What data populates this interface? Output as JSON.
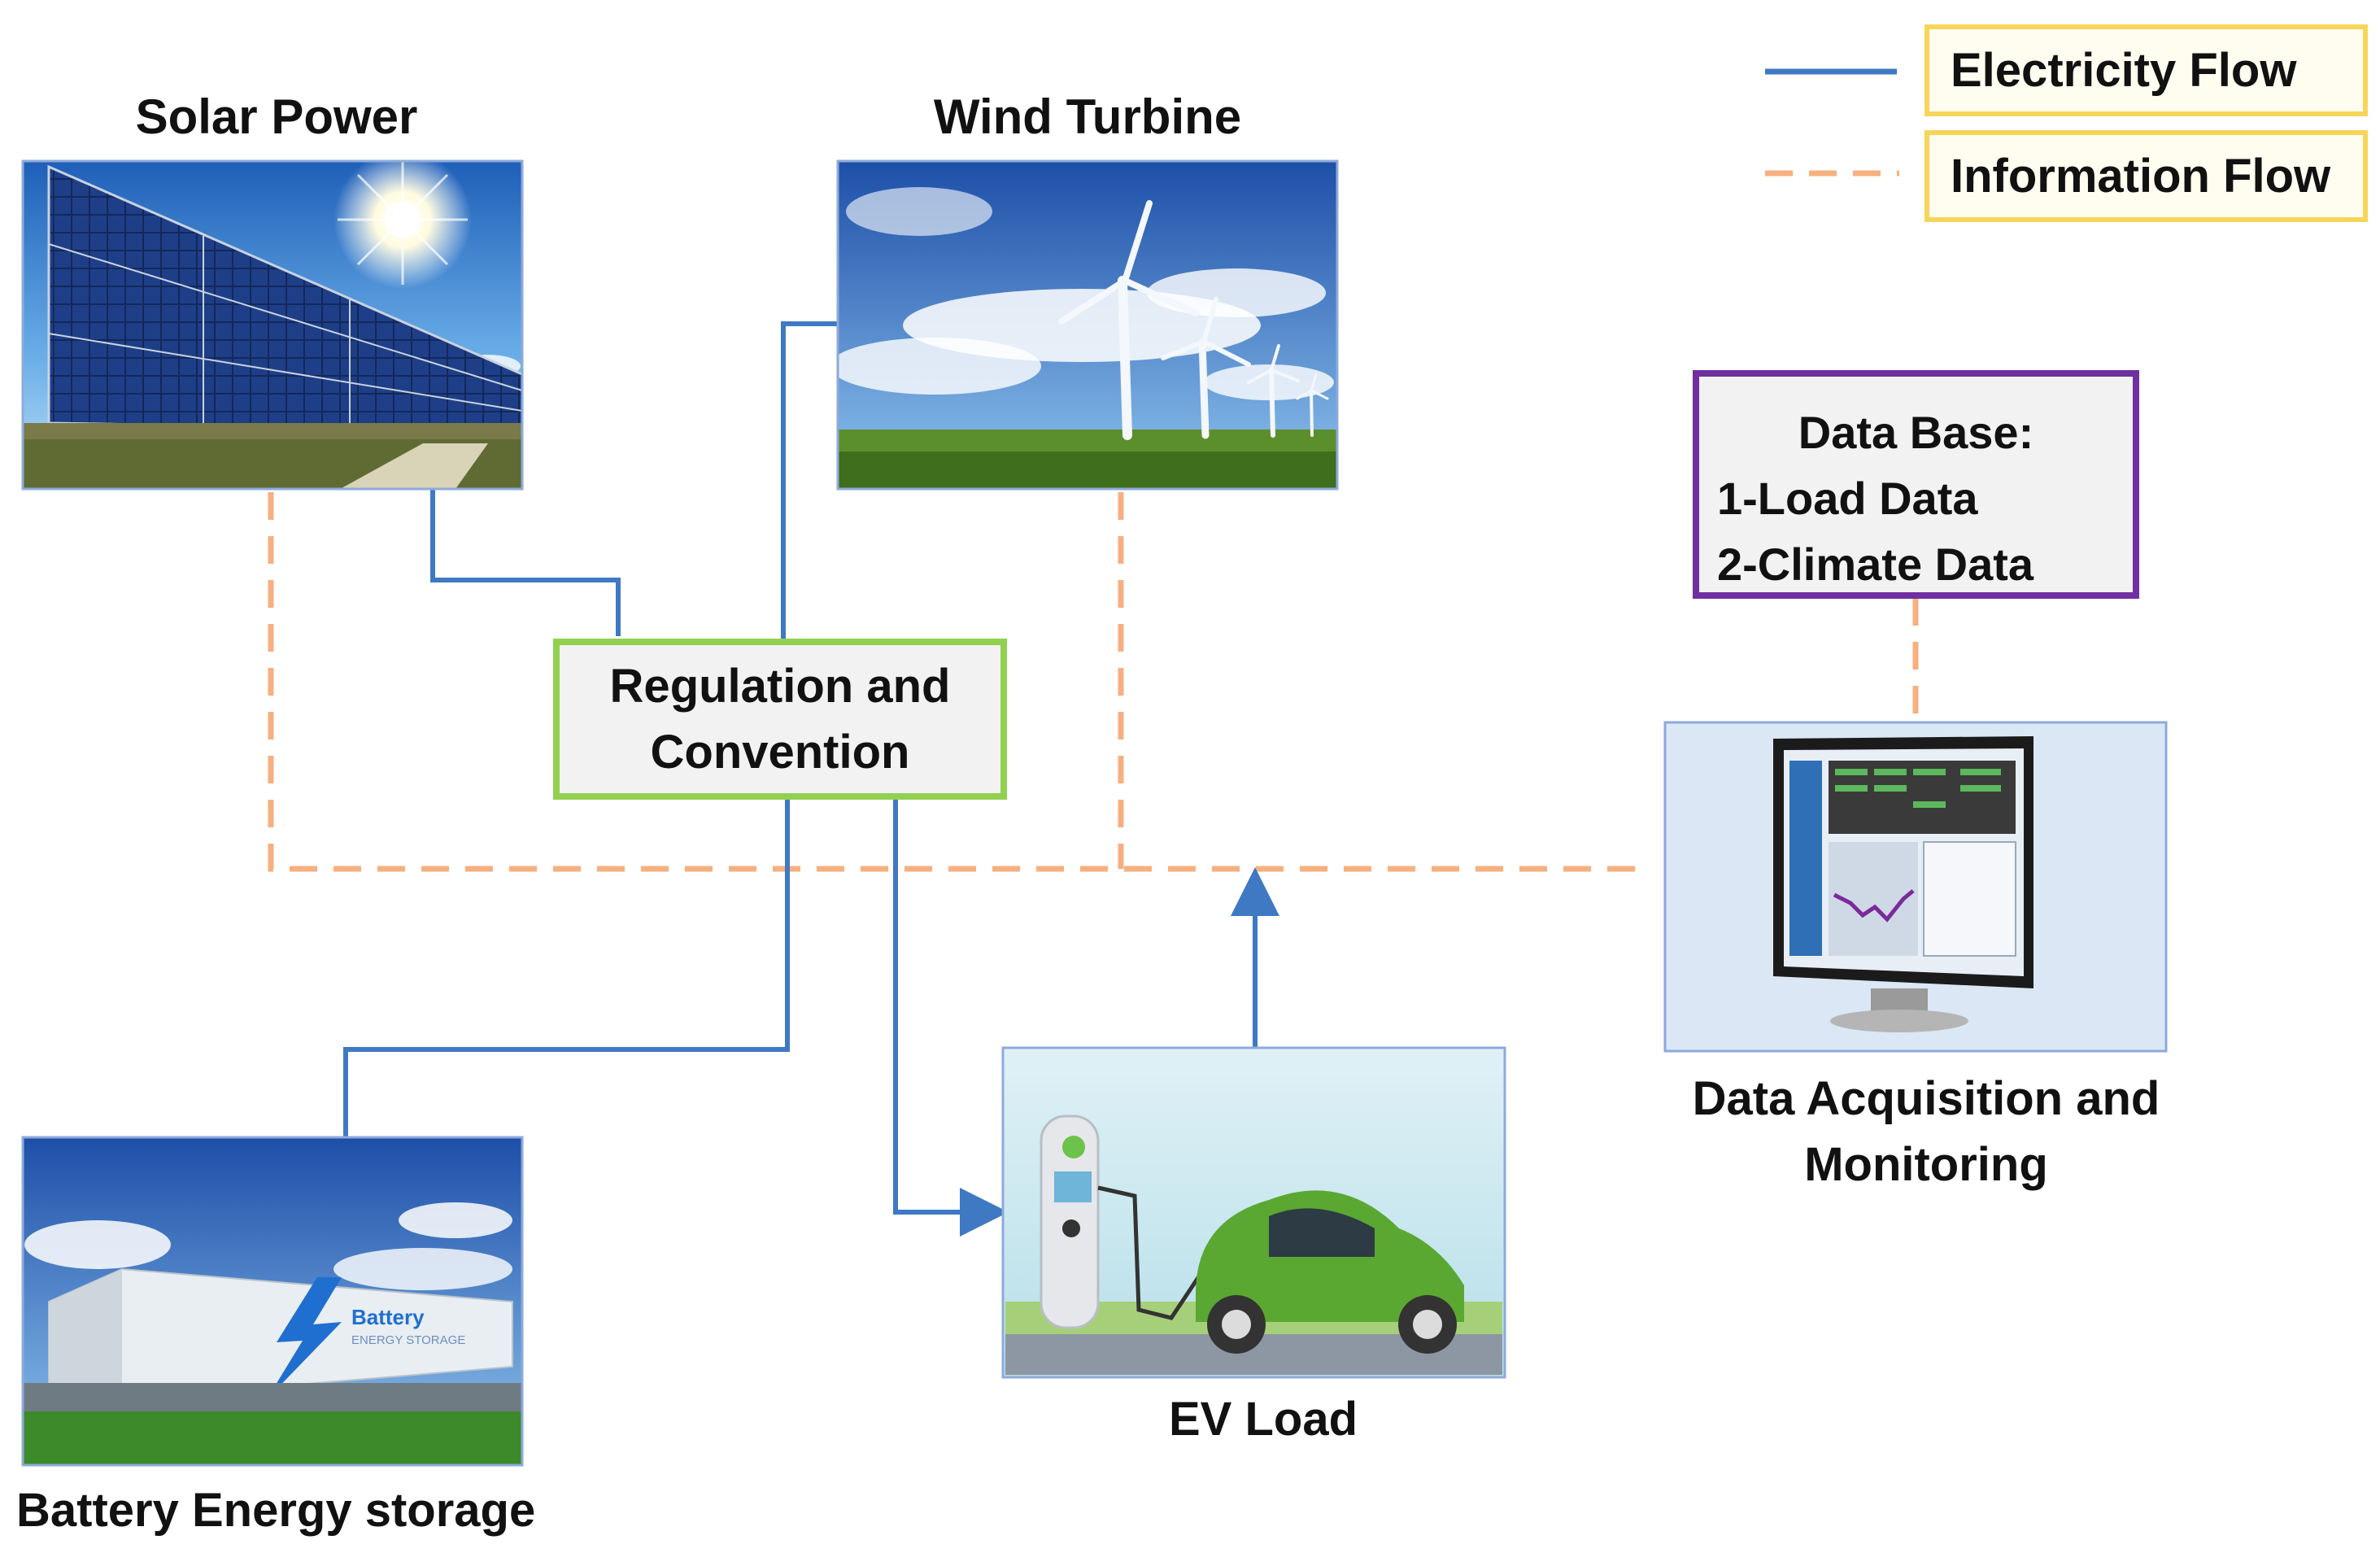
{
  "legend": {
    "electricity": "Electricity Flow",
    "information": "Information Flow"
  },
  "nodes": {
    "solar": {
      "label": "Solar Power"
    },
    "wind": {
      "label": "Wind Turbine"
    },
    "regulation": {
      "line1": "Regulation and",
      "line2": "Convention"
    },
    "database": {
      "line1": "Data Base:",
      "line2": "1-Load Data",
      "line3": "2-Climate Data"
    },
    "monitoring": {
      "line1": "Data Acquisition and",
      "line2": "Monitoring"
    },
    "battery": {
      "label": "Battery Energy storage",
      "sign_text": "Battery",
      "sign_sub": "ENERGY STORAGE"
    },
    "ev": {
      "label": "EV Load"
    }
  },
  "colors": {
    "electricity": "#3f79c3",
    "information": "#f6b07f",
    "regulation_border": "#92d050",
    "database_border": "#7030a0",
    "legend_border": "#f7d55a"
  }
}
